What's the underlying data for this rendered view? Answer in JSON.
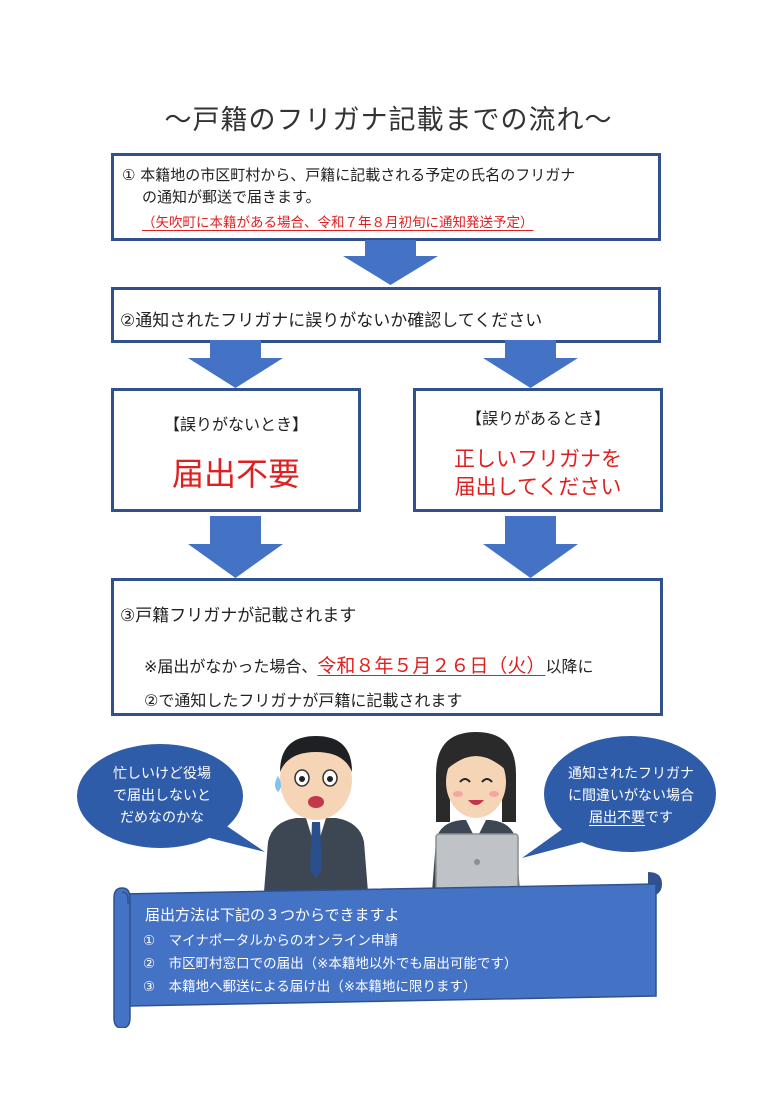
{
  "title": "～戸籍のフリガナ記載までの流れ～",
  "step1": {
    "line1": "① 本籍地の市区町村から、戸籍に記載される予定の氏名のフリガナ",
    "line2": "の通知が郵送で届きます。",
    "note": "（矢吹町に本籍がある場合、令和７年８月初旬に通知発送予定）"
  },
  "step2": {
    "text": "②通知されたフリガナに誤りがないか確認してください"
  },
  "no_error": {
    "heading": "【誤りがないとき】",
    "result": "届出不要"
  },
  "has_error": {
    "heading": "【誤りがあるとき】",
    "result_line1": "正しいフリガナを",
    "result_line2": "届出してください"
  },
  "step3": {
    "heading": "③戸籍フリガナが記載されます",
    "line1_prefix": "※届出がなかった場合、",
    "line1_date": "令和８年５月２６日（火）",
    "line1_suffix": "以降に",
    "line2": "②で通知したフリガナが戸籍に記載されます"
  },
  "bubble_left": {
    "line1": "忙しいけど役場",
    "line2": "で届出しないと",
    "line3": "だめなのかな"
  },
  "bubble_right": {
    "line1": "通知されたフリガナ",
    "line2": "に間違いがない場合",
    "line3_under": "届出不要",
    "line3_rest": "です"
  },
  "methods": {
    "heading": "届出方法は下記の３つからできますよ",
    "items": [
      "①　マイナポータルからのオンライン申請",
      "②　市区町村窓口での届出（※本籍地以外でも届出可能です）",
      "③　本籍地へ郵送による届け出（※本籍地に限ります）"
    ]
  },
  "colors": {
    "border": "#2f528f",
    "arrow": "#4472c4",
    "bubble": "#2f5ca8",
    "accent_red": "#e02020"
  }
}
